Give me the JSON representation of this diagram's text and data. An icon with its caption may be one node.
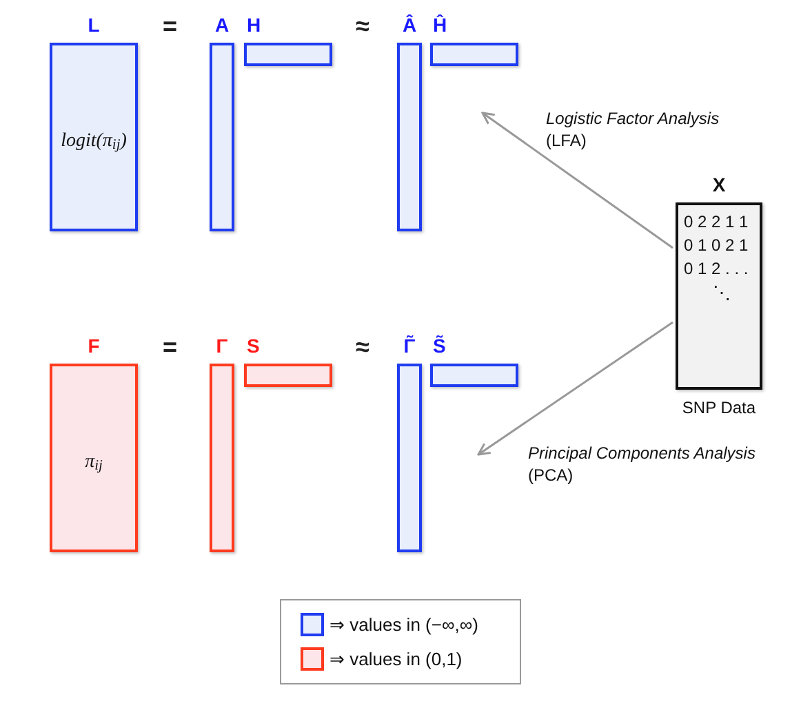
{
  "diagram": {
    "nodes": [
      {
        "text": [
          "L",
          "logit(π$_{ij}$)"
        ]
      },
      {
        "text": [
          "A"
        ]
      },
      {
        "text": [
          "H"
        ]
      },
      {
        "text": [
          "Â"
        ]
      },
      {
        "text": [
          "Ĥ"
        ]
      },
      {
        "text": [
          "F",
          "π$_{ij}$"
        ]
      },
      {
        "text": [
          "Γ"
        ]
      },
      {
        "text": [
          "S"
        ]
      },
      {
        "text": [
          "Γ̃"
        ]
      },
      {
        "text": [
          "S̃"
        ]
      },
      {
        "text": [
          "X",
          "0 2 2 1 1",
          "0 1 0 2 1",
          "0 1 2 . . .",
          "⋱"
        ],
        "beside": [
          "SNP Data"
        ]
      }
    ],
    "edges": [
      {
        "from": 10,
        "to": null,
        "arrow": "to",
        "label": "*Logistic Factor Analysis* (LFA)"
      },
      {
        "from": 10,
        "to": null,
        "arrow": "to",
        "label": "*Principal Components Analysis* (PCA)"
      }
    ],
    "labels": [
      "=",
      "≈",
      "=",
      "≈"
    ],
    "legend": [
      {
        "text": "⇒ values in (−∞,∞)",
        "color": "#e8eefc"
      },
      {
        "text": "⇒ values in (0,1)",
        "color": "#fde6ea"
      }
    ]
  }
}
